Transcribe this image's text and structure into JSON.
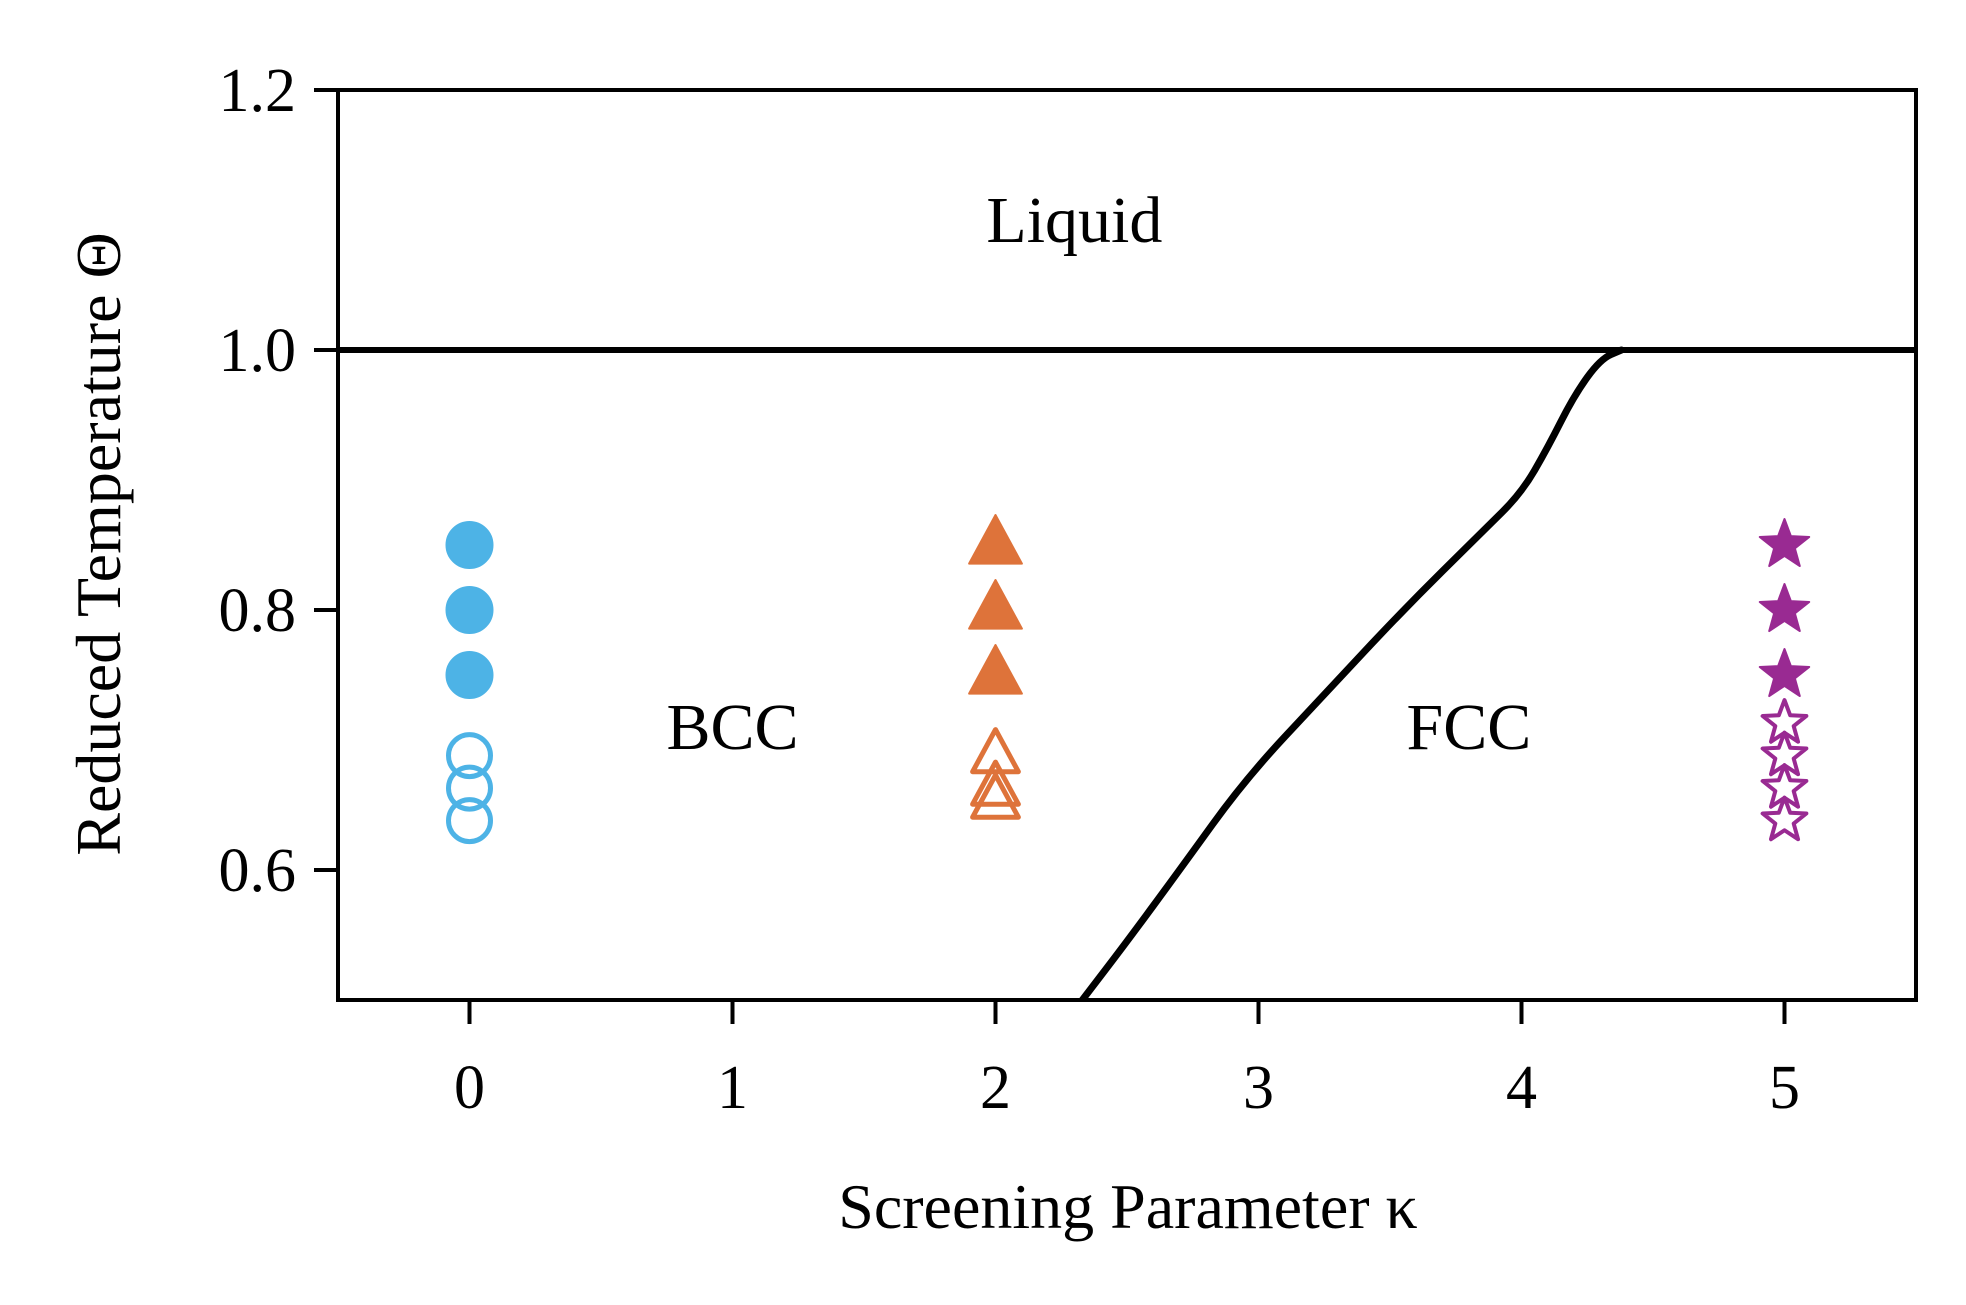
{
  "chart_data": {
    "type": "scatter",
    "title": "",
    "xlabel": "Screening Parameter κ",
    "ylabel": "Reduced Temperature Θ",
    "xlim": [
      -0.5,
      5.5
    ],
    "ylim": [
      0.5,
      1.2
    ],
    "xticks": [
      0,
      1,
      2,
      3,
      4,
      5
    ],
    "xtick_labels": [
      "0",
      "1",
      "2",
      "3",
      "4",
      "5"
    ],
    "yticks": [
      0.6,
      0.8,
      1.0,
      1.2
    ],
    "ytick_labels": [
      "0.6",
      "0.8",
      "1.0",
      "1.2"
    ],
    "grid": false,
    "legend": false,
    "regions": [
      {
        "label": "Liquid",
        "x": 2.3,
        "y": 1.1
      },
      {
        "label": "BCC",
        "x": 1.0,
        "y": 0.71
      },
      {
        "label": "FCC",
        "x": 3.8,
        "y": 0.71
      }
    ],
    "boundaries": [
      {
        "kind": "horizontal",
        "y": 1.0,
        "color": "#000000"
      },
      {
        "kind": "curve",
        "color": "#000000",
        "x": [
          2.33,
          2.5,
          2.7,
          2.95,
          3.25,
          3.55,
          3.85,
          4.0,
          4.1,
          4.2,
          4.3,
          4.38
        ],
        "y": [
          0.5,
          0.545,
          0.6,
          0.67,
          0.735,
          0.8,
          0.86,
          0.89,
          0.925,
          0.965,
          0.993,
          1.0
        ]
      }
    ],
    "series": [
      {
        "marker": "circle",
        "color": "#4db3e6",
        "filled": {
          "x": [
            0,
            0,
            0
          ],
          "y": [
            0.85,
            0.8,
            0.75
          ]
        },
        "hollow": {
          "x": [
            0,
            0,
            0
          ],
          "y": [
            0.688,
            0.663,
            0.638
          ]
        }
      },
      {
        "marker": "triangle",
        "color": "#de733a",
        "filled": {
          "x": [
            2,
            2,
            2
          ],
          "y": [
            0.85,
            0.8,
            0.75
          ]
        },
        "hollow": {
          "x": [
            2,
            2,
            2
          ],
          "y": [
            0.688,
            0.663,
            0.653
          ]
        }
      },
      {
        "marker": "star",
        "color": "#992a92",
        "filled": {
          "x": [
            5,
            5,
            5
          ],
          "y": [
            0.85,
            0.8,
            0.75
          ]
        },
        "hollow": {
          "x": [
            5,
            5,
            5,
            5
          ],
          "y": [
            0.713,
            0.688,
            0.663,
            0.638
          ]
        }
      }
    ]
  }
}
